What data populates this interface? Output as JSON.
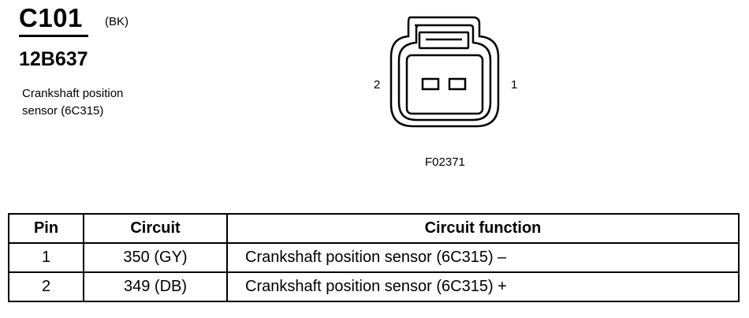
{
  "connector": {
    "id": "C101",
    "color": "(BK)",
    "part_number": "12B637",
    "description_lines": [
      "Crankshaft position",
      "sensor (6C315)"
    ]
  },
  "diagram": {
    "pin_left_label": "2",
    "pin_right_label": "1",
    "figure_code": "F02371",
    "icon": "two-pin-connector-face-icon"
  },
  "table": {
    "headers": [
      "Pin",
      "Circuit",
      "Circuit function"
    ],
    "rows": [
      {
        "pin": "1",
        "circuit": "350 (GY)",
        "function": "Crankshaft position sensor (6C315) –"
      },
      {
        "pin": "2",
        "circuit": "349 (DB)",
        "function": "Crankshaft position sensor (6C315) +"
      }
    ]
  }
}
